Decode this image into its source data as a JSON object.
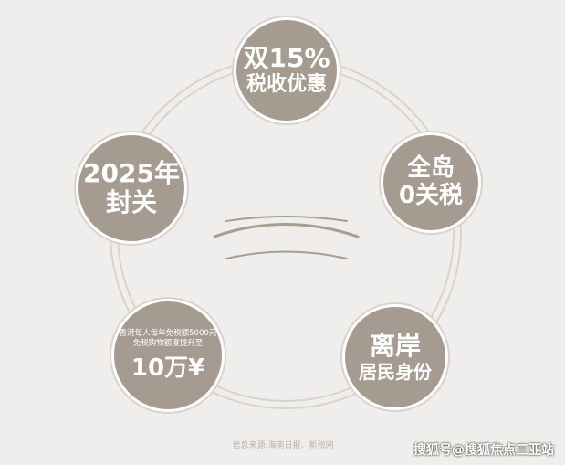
{
  "colors": {
    "node_fill": "#a59b90",
    "ring": "#d8d3cd",
    "background": "#efeeec",
    "center_lines": "#a79d93"
  },
  "nodes": {
    "top": {
      "line1": "双15%",
      "line2": "税收优惠"
    },
    "right": {
      "line1": "全岛",
      "line2": "0关税"
    },
    "left": {
      "line1": "2025年",
      "line2": "封关"
    },
    "bottom_left": {
      "line1": "香港每人每年免税额5000元",
      "line2": "免税购物额度提升至",
      "line3": "10万¥"
    },
    "bottom_right": {
      "line1": "离岸",
      "line2": "居民身份"
    }
  },
  "source_note": "信息来源:海南日报、新税网",
  "watermark": "搜狐号@搜狐焦点三亚站"
}
